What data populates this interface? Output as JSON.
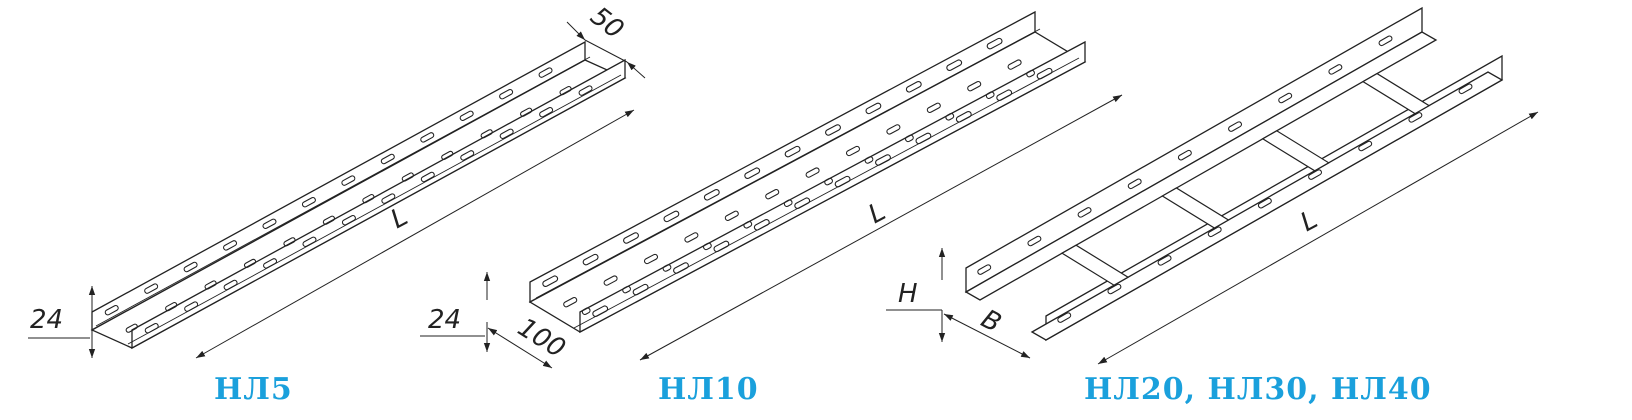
{
  "colors": {
    "caption": "#1aa0dc",
    "line": "#222222"
  },
  "products": [
    {
      "caption": "НЛ5",
      "dims": {
        "height": "24",
        "width": "50",
        "length": "L"
      }
    },
    {
      "caption": "НЛ10",
      "dims": {
        "height": "24",
        "width": "100",
        "length": "L"
      }
    },
    {
      "caption": "НЛ20, НЛ30, НЛ40",
      "dims": {
        "height": "H",
        "width": "B",
        "length": "L"
      }
    }
  ]
}
